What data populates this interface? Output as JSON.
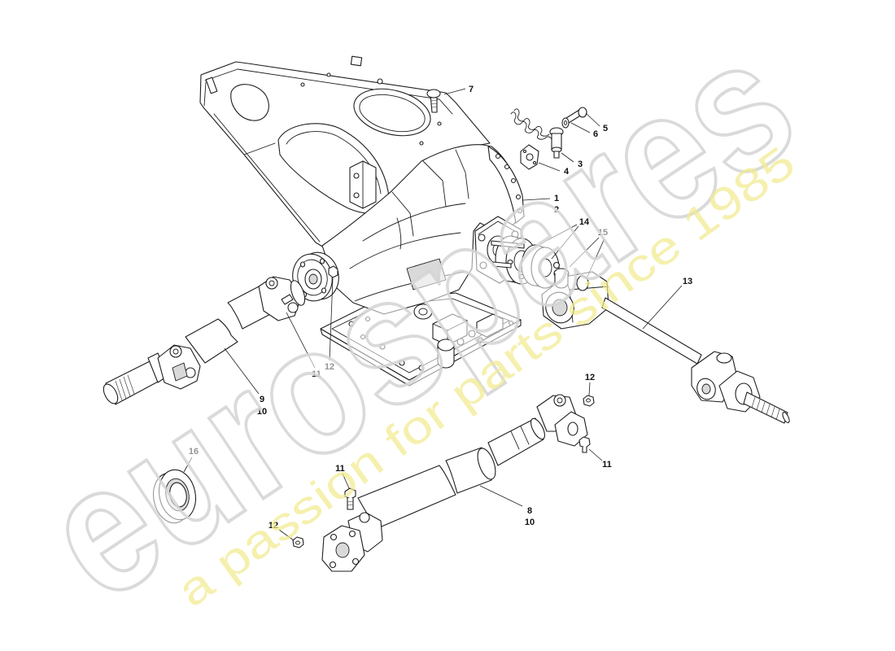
{
  "callouts": [
    {
      "label": "1"
    },
    {
      "label": "2"
    },
    {
      "label": "3"
    },
    {
      "label": "4"
    },
    {
      "label": "5"
    },
    {
      "label": "6"
    },
    {
      "label": "7"
    },
    {
      "label": "8"
    },
    {
      "label": "9"
    },
    {
      "label": "10"
    },
    {
      "label": "10"
    },
    {
      "label": "11"
    },
    {
      "label": "11"
    },
    {
      "label": "11"
    },
    {
      "label": "12"
    },
    {
      "label": "12"
    },
    {
      "label": "12"
    },
    {
      "label": "13"
    },
    {
      "label": "14"
    },
    {
      "label": "15"
    },
    {
      "label": "16"
    }
  ],
  "watermark": {
    "brand": "eurospares",
    "tagline": "a passion for parts since 1985",
    "brand_color": "#d4d4d4",
    "tagline_color": "#f1ea8e"
  }
}
